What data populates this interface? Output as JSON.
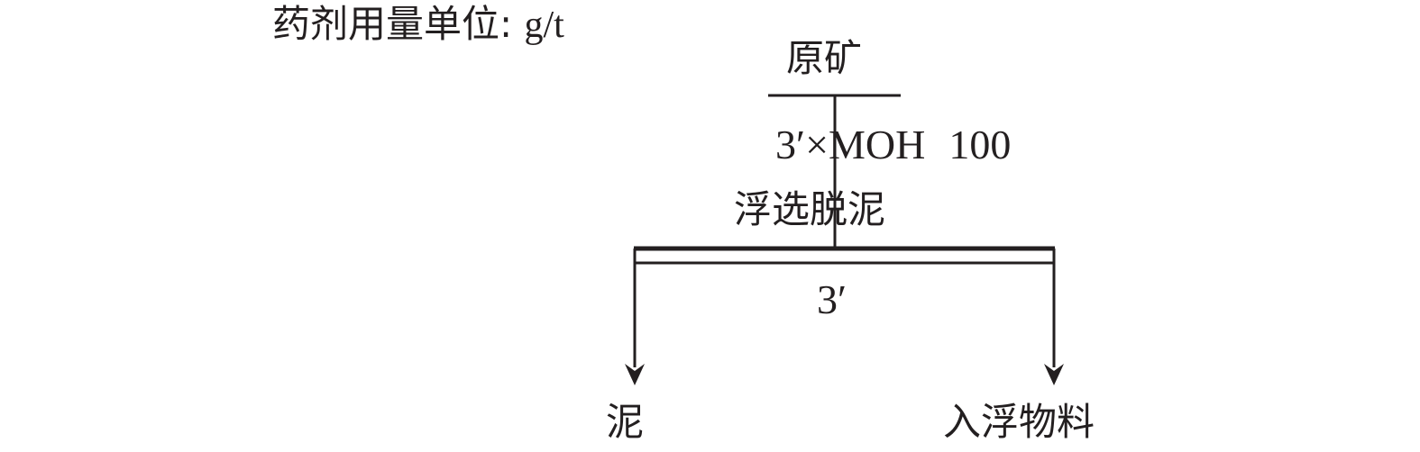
{
  "unit_note": {
    "prefix": "药剂用量单位: ",
    "unit": "g/t"
  },
  "feed": {
    "label": "原矿"
  },
  "reagent": {
    "time": "3′",
    "multiply": "×",
    "name": "MOH",
    "dosage": "100"
  },
  "operation": {
    "label": "浮选脱泥",
    "time": "3′"
  },
  "products": {
    "left": "泥",
    "right": "入浮物料"
  },
  "colors": {
    "ink": "#231f20"
  }
}
